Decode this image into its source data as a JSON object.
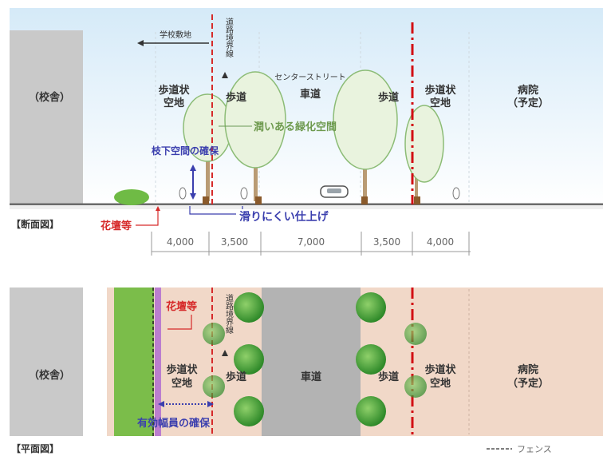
{
  "section": {
    "school_site_label": "学校敷地",
    "boundary_label": "道路境界線",
    "school_building": "（校舎）",
    "sidewalk_space_l1": "歩道状",
    "sidewalk_space_l2": "空地",
    "sidewalk": "歩道",
    "center_street": "センターストリート",
    "roadway": "車道",
    "hospital_l1": "病院",
    "hospital_l2": "（予定）",
    "green_space": "潤いある緑化空間",
    "under_branch_space": "枝下空間の確保",
    "non_slip_finish": "滑りにくい仕上げ",
    "flower_bed": "花壇等",
    "caption": "【断面図】"
  },
  "dimensions": [
    "4,000",
    "3,500",
    "7,000",
    "3,500",
    "4,000"
  ],
  "plan": {
    "school_building": "（校舎）",
    "flower_bed": "花壇等",
    "boundary_label": "道路境界線",
    "sidewalk_space_l1": "歩道状",
    "sidewalk_space_l2": "空地",
    "sidewalk": "歩道",
    "roadway": "車道",
    "hospital_l1": "病院",
    "hospital_l2": "（予定）",
    "effective_width": "有効幅員の確保",
    "caption": "【平面図】",
    "fence_legend": "フェンス"
  },
  "colors": {
    "sky": "#e4f1fb",
    "building": "#c9c9c9",
    "paving": "#f1d8c8",
    "roadway": "#b3b3b3",
    "green": "#7bbd4a",
    "tree": "#3f9c32",
    "boundary": "#d62a2a",
    "fence": "#d20f14",
    "arrow": "#3b3fae"
  }
}
